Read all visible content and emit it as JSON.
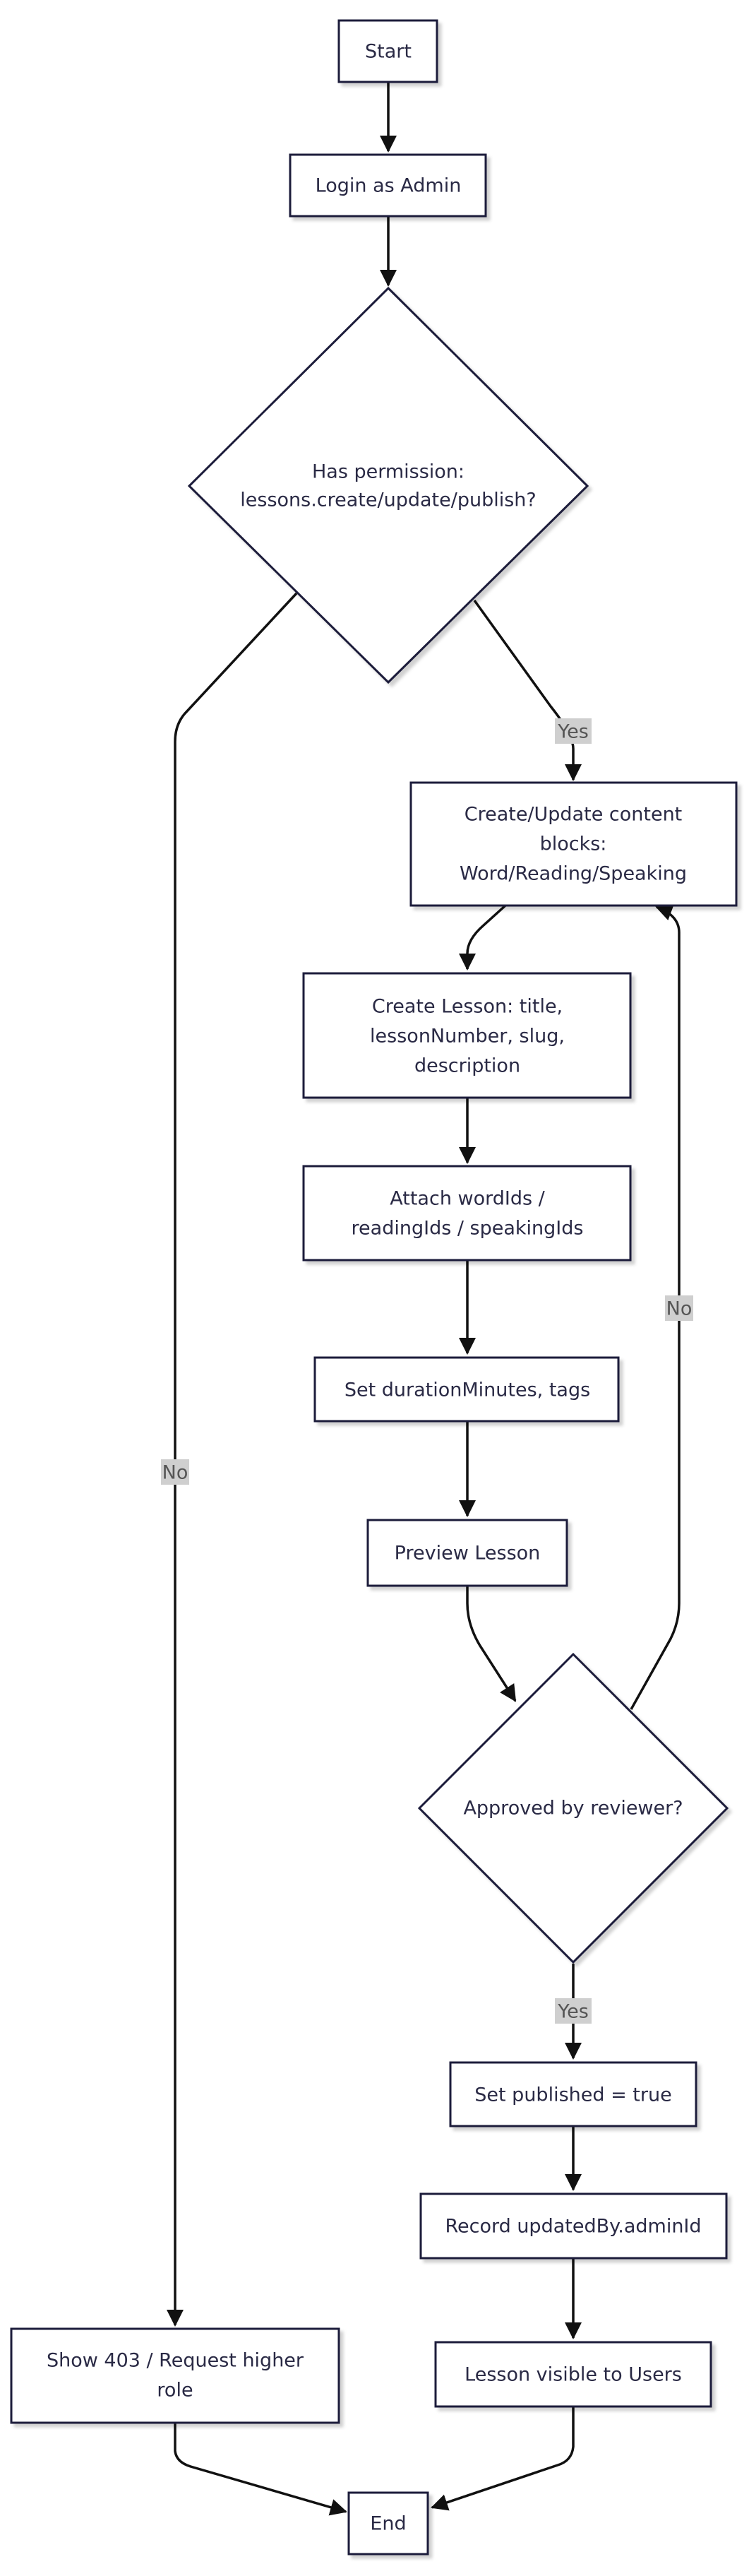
{
  "nodes": {
    "start": "Start",
    "login": "Login as Admin",
    "permission": [
      "Has permission:",
      "lessons.create/update/publish?"
    ],
    "content_blocks": [
      "Create/Update content",
      "blocks:",
      "Word/Reading/Speaking"
    ],
    "create_lesson": [
      "Create Lesson: title,",
      "lessonNumber, slug,",
      "description"
    ],
    "attach_ids": [
      "Attach wordIds /",
      "readingIds / speakingIds"
    ],
    "set_duration": "Set durationMinutes, tags",
    "preview": "Preview Lesson",
    "approved": "Approved by reviewer?",
    "set_published": "Set published = true",
    "record_updated": "Record updatedBy.adminId",
    "visible": "Lesson visible to Users",
    "show_403": [
      "Show 403 / Request higher",
      "role"
    ],
    "end": "End"
  },
  "edge_labels": {
    "permission_yes": "Yes",
    "permission_no": "No",
    "approved_no": "No",
    "approved_yes": "Yes"
  }
}
